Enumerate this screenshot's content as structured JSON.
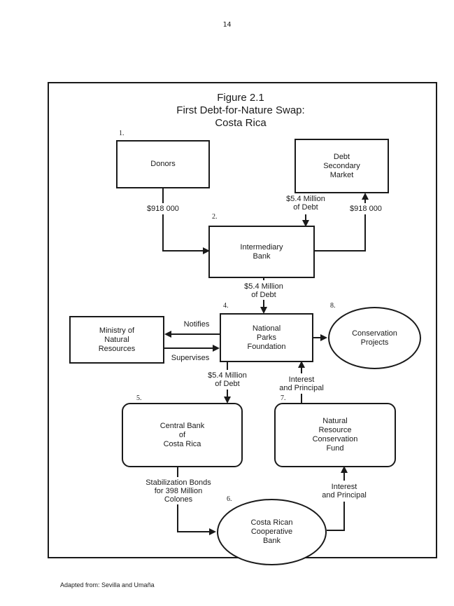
{
  "page_number": "14",
  "figure": {
    "title_line1": "Figure 2.1",
    "title_line2": "First Debt-for-Nature Swap:",
    "title_line3": "Costa Rica"
  },
  "nodes": {
    "donors": {
      "number": "1.",
      "label": "Donors"
    },
    "market": {
      "label": "Debt\nSecondary\nMarket"
    },
    "bank": {
      "number": "2.",
      "label": "Intermediary\nBank"
    },
    "ministry": {
      "label": "Ministry of\nNatural\nResources"
    },
    "foundation": {
      "number": "4.",
      "label": "National\nParks\nFoundation"
    },
    "conservation": {
      "number": "8.",
      "label": "Conservation\nProjects"
    },
    "central": {
      "number": "5.",
      "label": "Central Bank\nof\nCosta Rica"
    },
    "fund": {
      "number": "7.",
      "label": "Natural\nResource\nConservation\nFund"
    },
    "coop": {
      "number": "6.",
      "label": "Costa Rican\nCooperative\nBank"
    }
  },
  "flows": {
    "donors_to_bank": "$918 000",
    "market_to_bank": "$5.4 Million\nof Debt",
    "bank_to_market": "$918 000",
    "bank_to_foundation": "$5.4 Million\nof Debt",
    "notifies": "Notifies",
    "supervises": "Supervises",
    "foundation_to_central": "$5.4 Million\nof Debt",
    "fund_to_foundation": "Interest\nand Principal",
    "central_to_coop": "Stabilization Bonds\nfor 398 Million\nColones",
    "coop_to_fund": "Interest\nand Principal"
  },
  "caption": "Adapted from: Sevilla and Umaña"
}
